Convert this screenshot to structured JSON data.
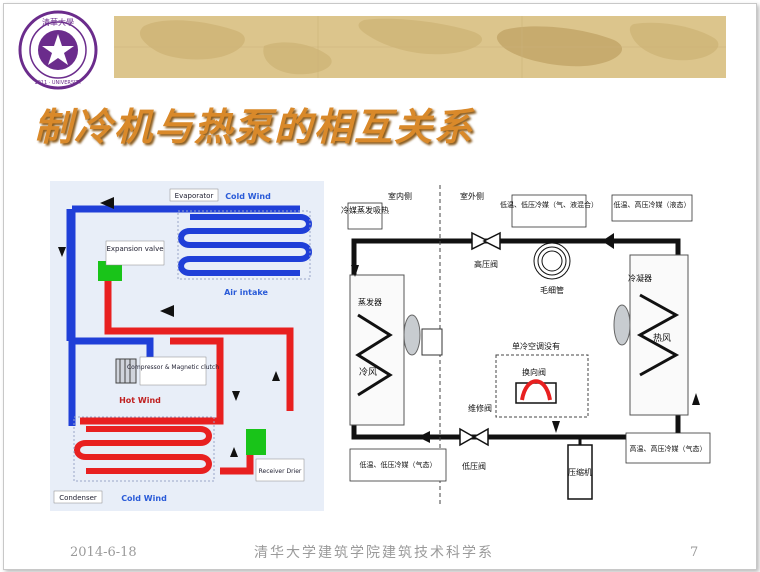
{
  "slide": {
    "title": "制冷机与热泵的相互关系",
    "date": "2014-6-18",
    "institution": "清华大学建筑学院建筑技术科学系",
    "page_number": "7",
    "logo": {
      "name": "tsinghua-university-seal",
      "text_top": "清華大學",
      "text_bottom": "1911 · UNIVERSITY"
    }
  },
  "left_diagram": {
    "evaporator": "Evaporator",
    "cold_wind_top": "Cold Wind",
    "expansion_valve": "Expansion valve",
    "air_intake": "Air intake",
    "compressor": "Compressor & Magnetic clutch",
    "hot_wind": "Hot Wind",
    "receiver_drier": "Receiver Drier",
    "condenser": "Condenser",
    "cold_wind_bottom": "Cold Wind"
  },
  "right_diagram": {
    "indoor_side": "室内侧",
    "outdoor_side": "室外侧",
    "evap_absorb": "冷媒蒸发吸热",
    "low_temp_gas_liquid": "低温、低压冷媒（气、液混合）",
    "high_temp_liquid": "低温、高压冷媒（液态）",
    "evaporator": "蒸发器",
    "condenser": "冷凝器",
    "high_pressure_valve": "高压阀",
    "capillary": "毛细管",
    "cold_wind": "冷风",
    "hot_wind": "热风",
    "cooling_only_none": "单冷空调没有",
    "reversing_valve": "换向阀",
    "service_valve": "维修阀",
    "low_pressure_valve": "低压阀",
    "compressor": "压缩机",
    "low_temp_gas": "低温、低压冷媒（气态）",
    "high_temp_gas": "高温、高压冷媒（气态）"
  },
  "colors": {
    "title": "#d9892a",
    "blue_pipe": "#1f3fd8",
    "red_pipe": "#e82020",
    "green_part": "#19c419",
    "banner": "#dcc58c",
    "footer": "#9a9a9a"
  }
}
